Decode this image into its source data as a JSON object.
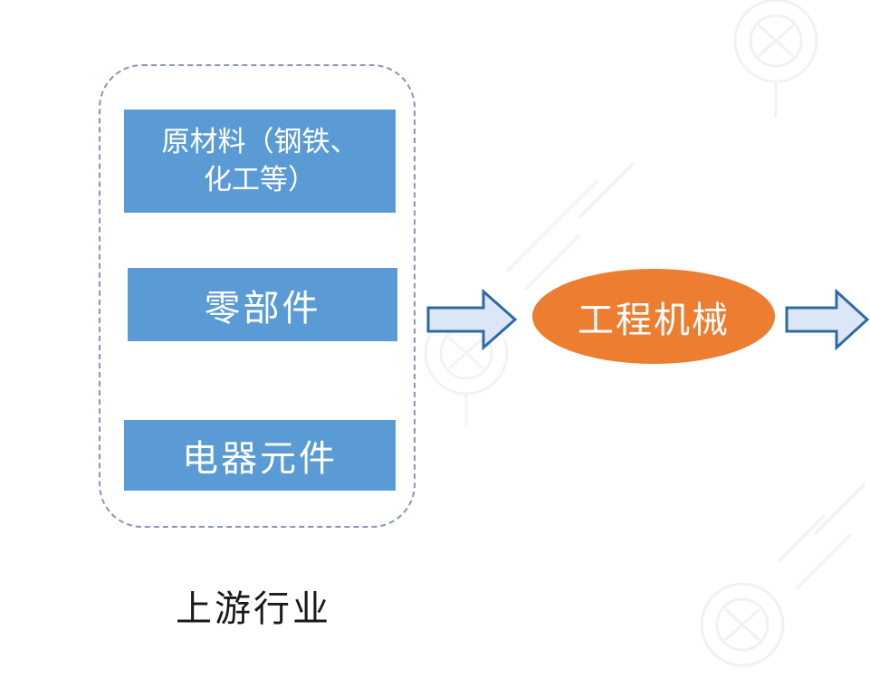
{
  "diagram": {
    "upstream_group": {
      "label": "上游行业",
      "blocks": [
        {
          "line1": "原材料（钢铁、",
          "line2": "化工等）"
        },
        {
          "text": "零部件"
        },
        {
          "text": "电器元件"
        }
      ]
    },
    "center_node": {
      "label": "工程机械"
    },
    "colors": {
      "block_fill": "#5b9bd5",
      "center_fill": "#ed7d31",
      "arrow_fill": "#dbe7f6",
      "arrow_stroke": "#2e6aa3",
      "group_border": "#8796b6"
    },
    "icons": {
      "flow_arrow": "block-right-arrow-icon",
      "watermark": "hangcha-logo-icon"
    }
  }
}
